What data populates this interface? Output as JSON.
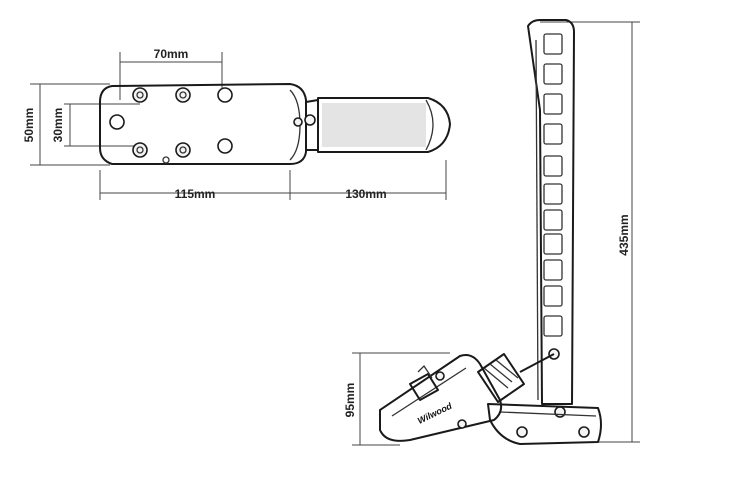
{
  "dimensions": {
    "bolt_spacing_horizontal": "70mm",
    "plate_width": "50mm",
    "bolt_spacing_vertical": "30mm",
    "plate_length": "115mm",
    "handle_length": "130mm",
    "lever_height": "435mm",
    "cylinder_height": "95mm"
  },
  "brand_mark": "Wilwood"
}
